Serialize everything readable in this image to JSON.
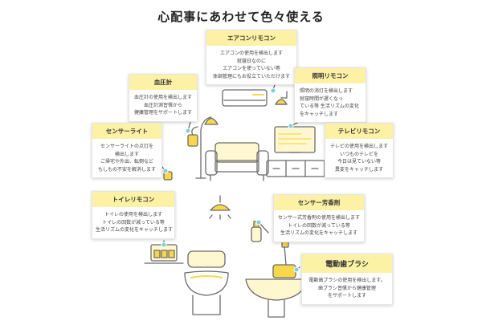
{
  "title": "心配事にあわせて色々使える",
  "colors": {
    "accent_yellow": "#f8d84a",
    "header_bg": "#fdf1a6",
    "line_color": "#6b6b6b",
    "sensor_dot": "#7fd0de"
  },
  "cards": {
    "aircon": {
      "title": "エアコンリモコン",
      "lines": [
        "エアコンの使用を検出します",
        "就寝日なのに",
        "エアコンを使っていない等",
        "体調管理にもお役立ていただけます"
      ]
    },
    "bp": {
      "title": "血圧計",
      "lines": [
        "血圧計の使用を検出します",
        "血圧計測習慣から",
        "健康管理をサポートします"
      ]
    },
    "light_remote": {
      "title": "照明リモコン",
      "lines": [
        "照明の消灯を検出します",
        "就寝時間が遅くなっ",
        "ている等 生活リズムの変化",
        "をキャッチします"
      ]
    },
    "sensor_light": {
      "title": "センサーライト",
      "lines": [
        "センサーライトの点灯を",
        "検出します",
        "ご帰宅や外出、転倒など",
        "もしもの不安を解消します"
      ]
    },
    "tv": {
      "title": "テレビリモコン",
      "lines": [
        "テレビの使用を検出します",
        "いつものテレビを",
        "今日は見ていない等",
        "異変をキャッチします"
      ]
    },
    "toilet": {
      "title": "トイレリモコン",
      "lines": [
        "トイレの使用を検出します",
        "トイレの回数が減っている等",
        "生活リズムの変化をキャッチします"
      ]
    },
    "aroma": {
      "title": "センサー芳香剤",
      "lines": [
        "センサー式芳香剤の使用を検出します",
        "トイレの回数が減っている等",
        "生活リズムの変化をキャッチします"
      ]
    },
    "toothbrush": {
      "title": "電動歯ブラシ",
      "lines": [
        "電動歯ブラシの使用を検出します。",
        "歯ブラシ習慣から健康管理",
        "をサポートします"
      ]
    }
  }
}
